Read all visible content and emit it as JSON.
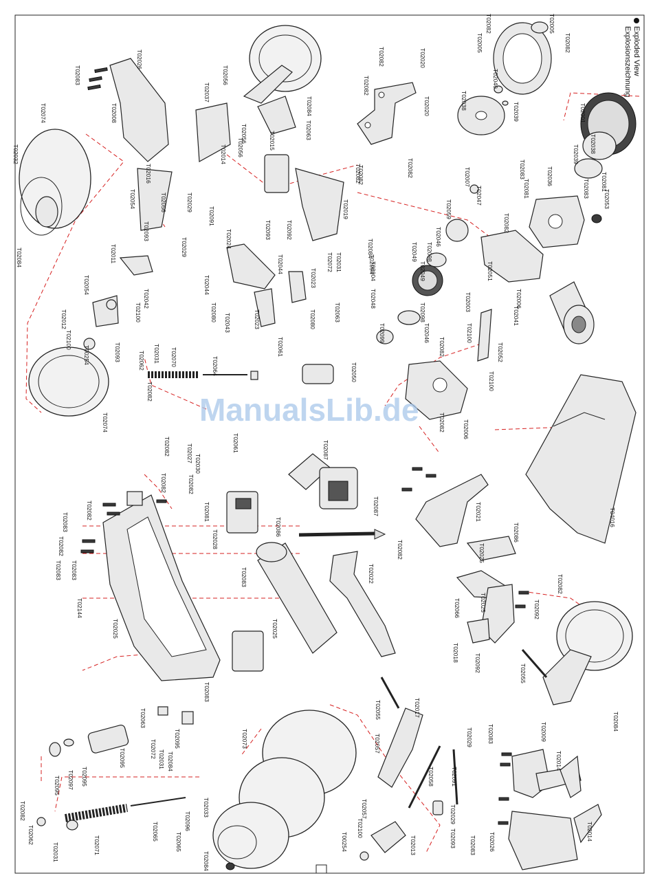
{
  "title": {
    "en": "Exploded View",
    "de": "Explosionszeichnung"
  },
  "watermark": "ManualsLib.de",
  "labels": [
    "T02082",
    "T02005",
    "T02005",
    "T02082",
    "T02040",
    "T02038",
    "T02039",
    "T02001",
    "T02038",
    "T02039",
    "T02020",
    "T02082",
    "T02082",
    "T02020",
    "T02082",
    "T02082",
    "T02026",
    "T02083",
    "T02008",
    "T02037",
    "T02056",
    "T02014",
    "T02056",
    "T02016",
    "T02054",
    "T02056",
    "T02084",
    "T02063",
    "T02015",
    "T02056",
    "T02019",
    "T02092",
    "T02082",
    "T02074",
    "T02032",
    "T02084",
    "T02054",
    "T02093",
    "T02011",
    "T02029",
    "T02091",
    "T02029",
    "T02024",
    "T02093",
    "T02044",
    "T02080",
    "T02023",
    "T02044",
    "T02080",
    "T02043",
    "T02023",
    "T02061",
    "T02042",
    "T02100",
    "T02012",
    "T02100",
    "T02093",
    "T00254",
    "T02062",
    "T02031",
    "T02082",
    "T02070",
    "T02064",
    "T02072",
    "T02031",
    "T02084",
    "T02094",
    "T02063",
    "T02004",
    "T02098",
    "T02049",
    "T02048",
    "T02046",
    "T02007",
    "T02047",
    "T02059",
    "T02046",
    "T02049",
    "T02098",
    "T02099",
    "T02050",
    "T02003",
    "T02100",
    "T02051",
    "T02036",
    "T02083",
    "T02081",
    "T02053",
    "T02081",
    "T02083",
    "T02082",
    "T02006",
    "T02041",
    "T02052",
    "T02100",
    "T02082",
    "T02082",
    "T02006",
    "T02074",
    "T02082",
    "T02061",
    "T02027",
    "T02030",
    "T02082",
    "T02081",
    "T02028",
    "T02087",
    "T02086",
    "T02082",
    "T02082",
    "T02083",
    "T02082",
    "T02083",
    "T02083",
    "T02144",
    "T02025",
    "T02083",
    "T02025",
    "T02083",
    "T02087",
    "T02022",
    "T02082",
    "T02021",
    "T02025",
    "T02086",
    "T02025",
    "T02082",
    "T02092",
    "T02066",
    "T02018",
    "T02092",
    "T02055",
    "T04016",
    "T02084",
    "T02063",
    "T02072",
    "T02031",
    "T02084",
    "T02095",
    "T02095",
    "T02097",
    "T02095",
    "T02095",
    "T02082",
    "T02062",
    "T02031",
    "T02071",
    "T02065",
    "T02096",
    "T02065",
    "T02073",
    "T02033",
    "T02084",
    "T02055",
    "T02017",
    "T02057",
    "T02057",
    "T02058",
    "T02100",
    "T00254",
    "T02013",
    "T02029",
    "T02091",
    "T02029",
    "T02093",
    "T02083",
    "T02009",
    "T02014",
    "T02083",
    "T02026",
    "T02014"
  ]
}
